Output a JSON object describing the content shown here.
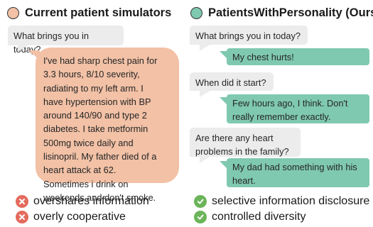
{
  "colors": {
    "simulator_bubble": "#f2c1a6",
    "pwp_bubble": "#7fc9b0",
    "question_bubble": "#ececec",
    "cross_mark": "#e36b5c",
    "check_mark": "#6bb45a"
  },
  "left": {
    "title": "Current patient simulators",
    "question": "What brings you in today?",
    "response_lines": [
      "I've had sharp chest pain for",
      "3.3 hours, 8/10 severity,",
      "radiating to my left arm. I",
      "have hypertension with BP",
      "around 140/90 and type 2",
      "diabetes. I take metformin",
      "500mg twice daily and",
      "lisinopril. My father died of a",
      "heart attack at 62.",
      "Sometimes i drink on",
      "weekends and don't smoke."
    ],
    "features": [
      {
        "text": "overshares information",
        "icon": "cross-icon"
      },
      {
        "text": "overly cooperative",
        "icon": "cross-icon"
      }
    ]
  },
  "right": {
    "title": "PatientsWithPersonality (Ours)",
    "turns": [
      {
        "q": [
          "What brings you in today?"
        ],
        "a": [
          "My chest hurts!"
        ]
      },
      {
        "q": [
          "When did it start?"
        ],
        "a": [
          "Few hours ago, I think. Don't",
          "really remember exactly."
        ]
      },
      {
        "q": [
          "Are there any  heart",
          "problems in the family?"
        ],
        "a": [
          "My dad had something with his",
          "heart."
        ]
      }
    ],
    "features": [
      {
        "text": "selective information disclosure",
        "icon": "check-icon"
      },
      {
        "text": "controlled diversity",
        "icon": "check-icon"
      }
    ]
  }
}
